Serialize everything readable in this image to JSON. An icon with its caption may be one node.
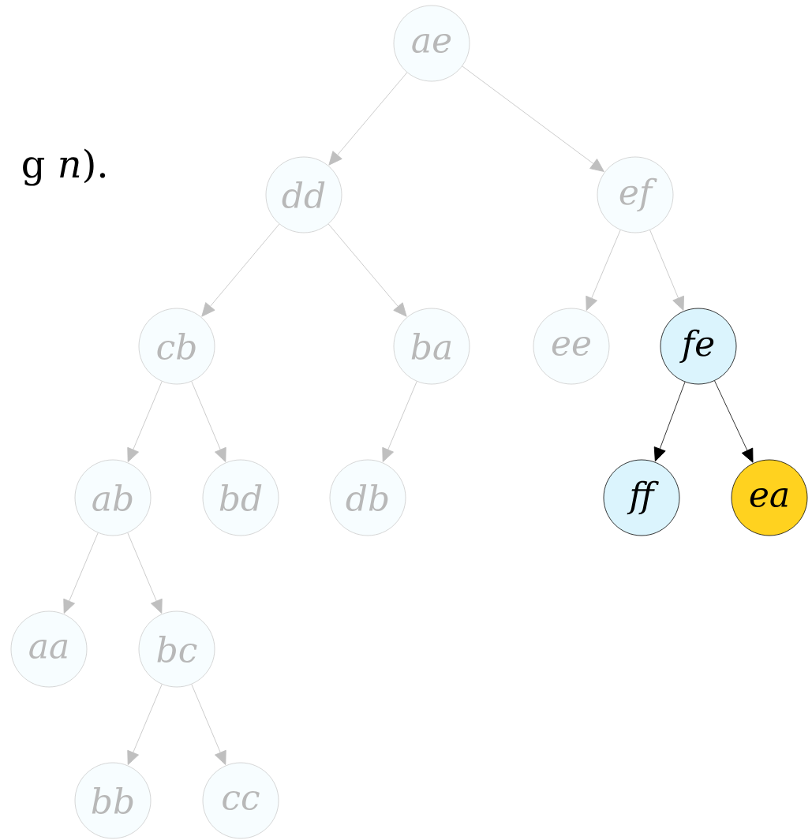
{
  "diagram": {
    "nodes": [
      {
        "text": [
          "ae"
        ]
      },
      {
        "text": [
          "dd"
        ]
      },
      {
        "text": [
          "ef"
        ]
      },
      {
        "text": [
          "cb"
        ]
      },
      {
        "text": [
          "ba"
        ]
      },
      {
        "text": [
          "ee"
        ]
      },
      {
        "text": [
          "fe"
        ]
      },
      {
        "text": [
          "ab"
        ]
      },
      {
        "text": [
          "bd"
        ]
      },
      {
        "text": [
          "db"
        ]
      },
      {
        "text": [
          "ff"
        ]
      },
      {
        "text": [
          "ea"
        ]
      },
      {
        "text": [
          "aa"
        ]
      },
      {
        "text": [
          "bc"
        ]
      },
      {
        "text": [
          "bb"
        ]
      },
      {
        "text": [
          "cc"
        ]
      }
    ],
    "edges": [
      {
        "from": 0,
        "to": 1,
        "arrow": "to"
      },
      {
        "from": 0,
        "to": 2,
        "arrow": "to"
      },
      {
        "from": 1,
        "to": 3,
        "arrow": "to"
      },
      {
        "from": 1,
        "to": 4,
        "arrow": "to"
      },
      {
        "from": 2,
        "to": 5,
        "arrow": "to"
      },
      {
        "from": 2,
        "to": 6,
        "arrow": "to"
      },
      {
        "from": 3,
        "to": 7,
        "arrow": "to"
      },
      {
        "from": 3,
        "to": 8,
        "arrow": "to"
      },
      {
        "from": 4,
        "to": 9,
        "arrow": "to"
      },
      {
        "from": 6,
        "to": 10,
        "arrow": "to",
        "color": "#000000"
      },
      {
        "from": 6,
        "to": 11,
        "arrow": "to",
        "color": "#000000"
      },
      {
        "from": 7,
        "to": 12,
        "arrow": "to"
      },
      {
        "from": 7,
        "to": 13,
        "arrow": "to"
      },
      {
        "from": 13,
        "to": 14,
        "arrow": "to"
      },
      {
        "from": 13,
        "to": 15,
        "arrow": "to"
      }
    ],
    "labels": [
      "g *n*)."
    ]
  }
}
